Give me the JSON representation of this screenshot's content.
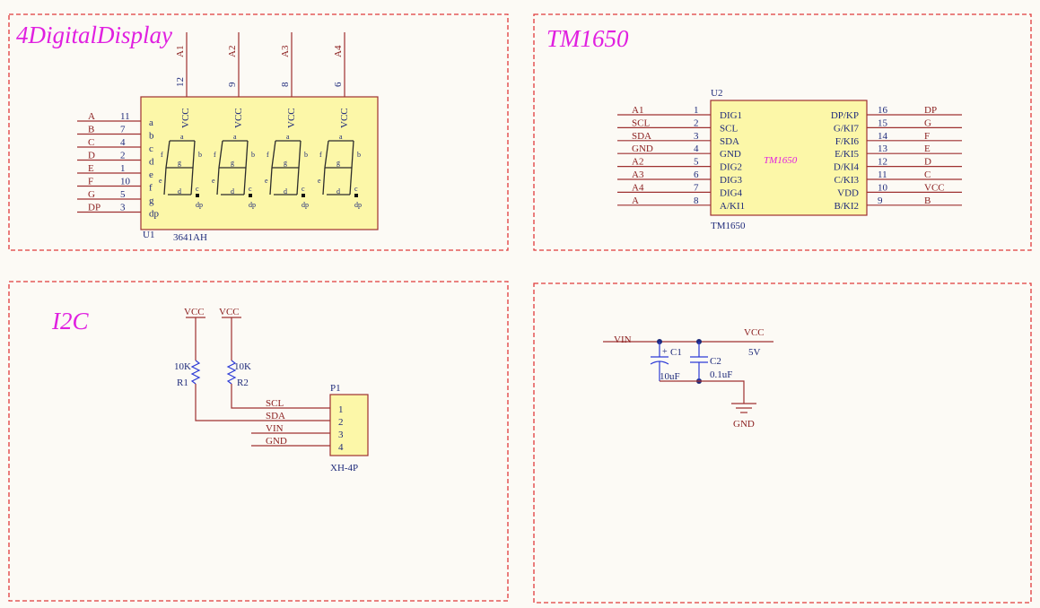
{
  "colors": {
    "background": "#fcfaf5",
    "border": "#e03a3a",
    "wire": "#9e3030",
    "net_label": "#8a1d1d",
    "title": "#e020e0",
    "chip_fill": "#fcf7a8",
    "chip_stroke": "#9e3030",
    "designator": "#1e2a7a",
    "pin_text": "#1e2a7a",
    "junction": "#1e2a7a",
    "resistor": "#2d3bd6"
  },
  "panels": {
    "display": {
      "title": "4DigitalDisplay",
      "designator": "U1",
      "part": "3641AH",
      "vcc_label": "VCC",
      "dp_label": "dp",
      "seg_a": "a",
      "seg_b": "b",
      "seg_c": "c",
      "seg_d": "d",
      "seg_e": "e",
      "seg_f": "f",
      "seg_g": "g",
      "top_pins": [
        {
          "net": "A1",
          "num": "12"
        },
        {
          "net": "A2",
          "num": "9"
        },
        {
          "net": "A3",
          "num": "8"
        },
        {
          "net": "A4",
          "num": "6"
        }
      ],
      "left_pins": [
        {
          "net": "A",
          "num": "11",
          "name": "a"
        },
        {
          "net": "B",
          "num": "7",
          "name": "b"
        },
        {
          "net": "C",
          "num": "4",
          "name": "c"
        },
        {
          "net": "D",
          "num": "2",
          "name": "d"
        },
        {
          "net": "E",
          "num": "1",
          "name": "e"
        },
        {
          "net": "F",
          "num": "10",
          "name": "f"
        },
        {
          "net": "G",
          "num": "5",
          "name": "g"
        },
        {
          "net": "DP",
          "num": "3",
          "name": "dp"
        }
      ]
    },
    "tm1650": {
      "title": "TM1650",
      "designator": "U2",
      "part": "TM1650",
      "center_label": "TM1650",
      "left_pins": [
        {
          "net": "A1",
          "num": "1",
          "name": "DIG1"
        },
        {
          "net": "SCL",
          "num": "2",
          "name": "SCL"
        },
        {
          "net": "SDA",
          "num": "3",
          "name": "SDA"
        },
        {
          "net": "GND",
          "num": "4",
          "name": "GND"
        },
        {
          "net": "A2",
          "num": "5",
          "name": "DIG2"
        },
        {
          "net": "A3",
          "num": "6",
          "name": "DIG3"
        },
        {
          "net": "A4",
          "num": "7",
          "name": "DIG4"
        },
        {
          "net": "A",
          "num": "8",
          "name": "A/KI1"
        }
      ],
      "right_pins": [
        {
          "net": "DP",
          "num": "16",
          "name": "DP/KP"
        },
        {
          "net": "G",
          "num": "15",
          "name": "G/KI7"
        },
        {
          "net": "F",
          "num": "14",
          "name": "F/KI6"
        },
        {
          "net": "E",
          "num": "13",
          "name": "E/KI5"
        },
        {
          "net": "D",
          "num": "12",
          "name": "D/KI4"
        },
        {
          "net": "C",
          "num": "11",
          "name": "C/KI3"
        },
        {
          "net": "VCC",
          "num": "10",
          "name": "VDD"
        },
        {
          "net": "B",
          "num": "9",
          "name": "B/KI2"
        }
      ]
    },
    "i2c": {
      "title": "I2C",
      "vcc1": "VCC",
      "vcc2": "VCC",
      "r1_value": "10K",
      "r1_ref": "R1",
      "r2_value": "10K",
      "r2_ref": "R2",
      "conn_ref": "P1",
      "conn_part": "XH-4P",
      "pins": [
        {
          "net": "SCL",
          "num": "1"
        },
        {
          "net": "SDA",
          "num": "2"
        },
        {
          "net": "VIN",
          "num": "3"
        },
        {
          "net": "GND",
          "num": "4"
        }
      ]
    },
    "power": {
      "vin": "VIN",
      "vcc": "VCC",
      "vcc_value": "5V",
      "c1_ref": "C1",
      "c1_value": "10uF",
      "c1_polarity": "+",
      "c2_ref": "C2",
      "c2_value": "0.1uF",
      "gnd": "GND"
    }
  }
}
